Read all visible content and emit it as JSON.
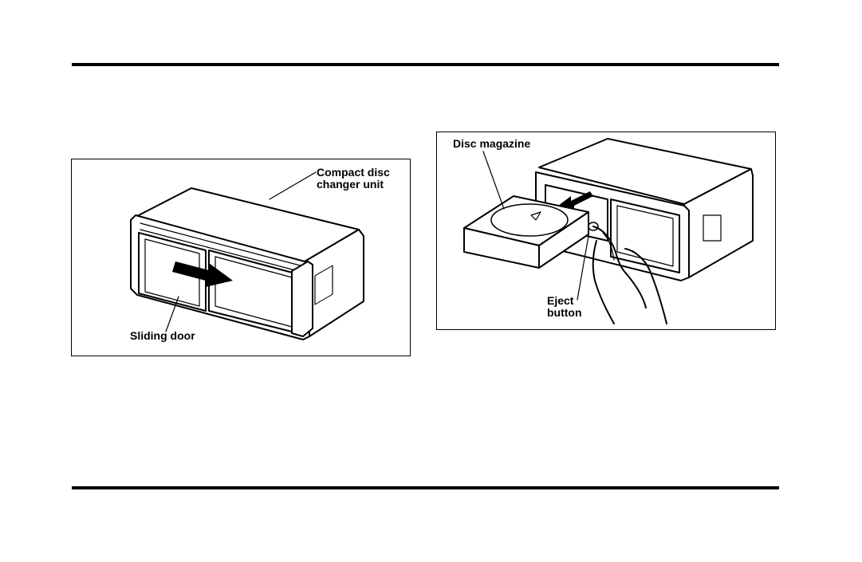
{
  "figure_left": {
    "labels": {
      "unit_line1": "Compact disc",
      "unit_line2": "changer unit",
      "sliding_door": "Sliding door"
    }
  },
  "figure_right": {
    "labels": {
      "magazine": "Disc magazine",
      "eject_line1": "Eject",
      "eject_line2": "button"
    }
  }
}
